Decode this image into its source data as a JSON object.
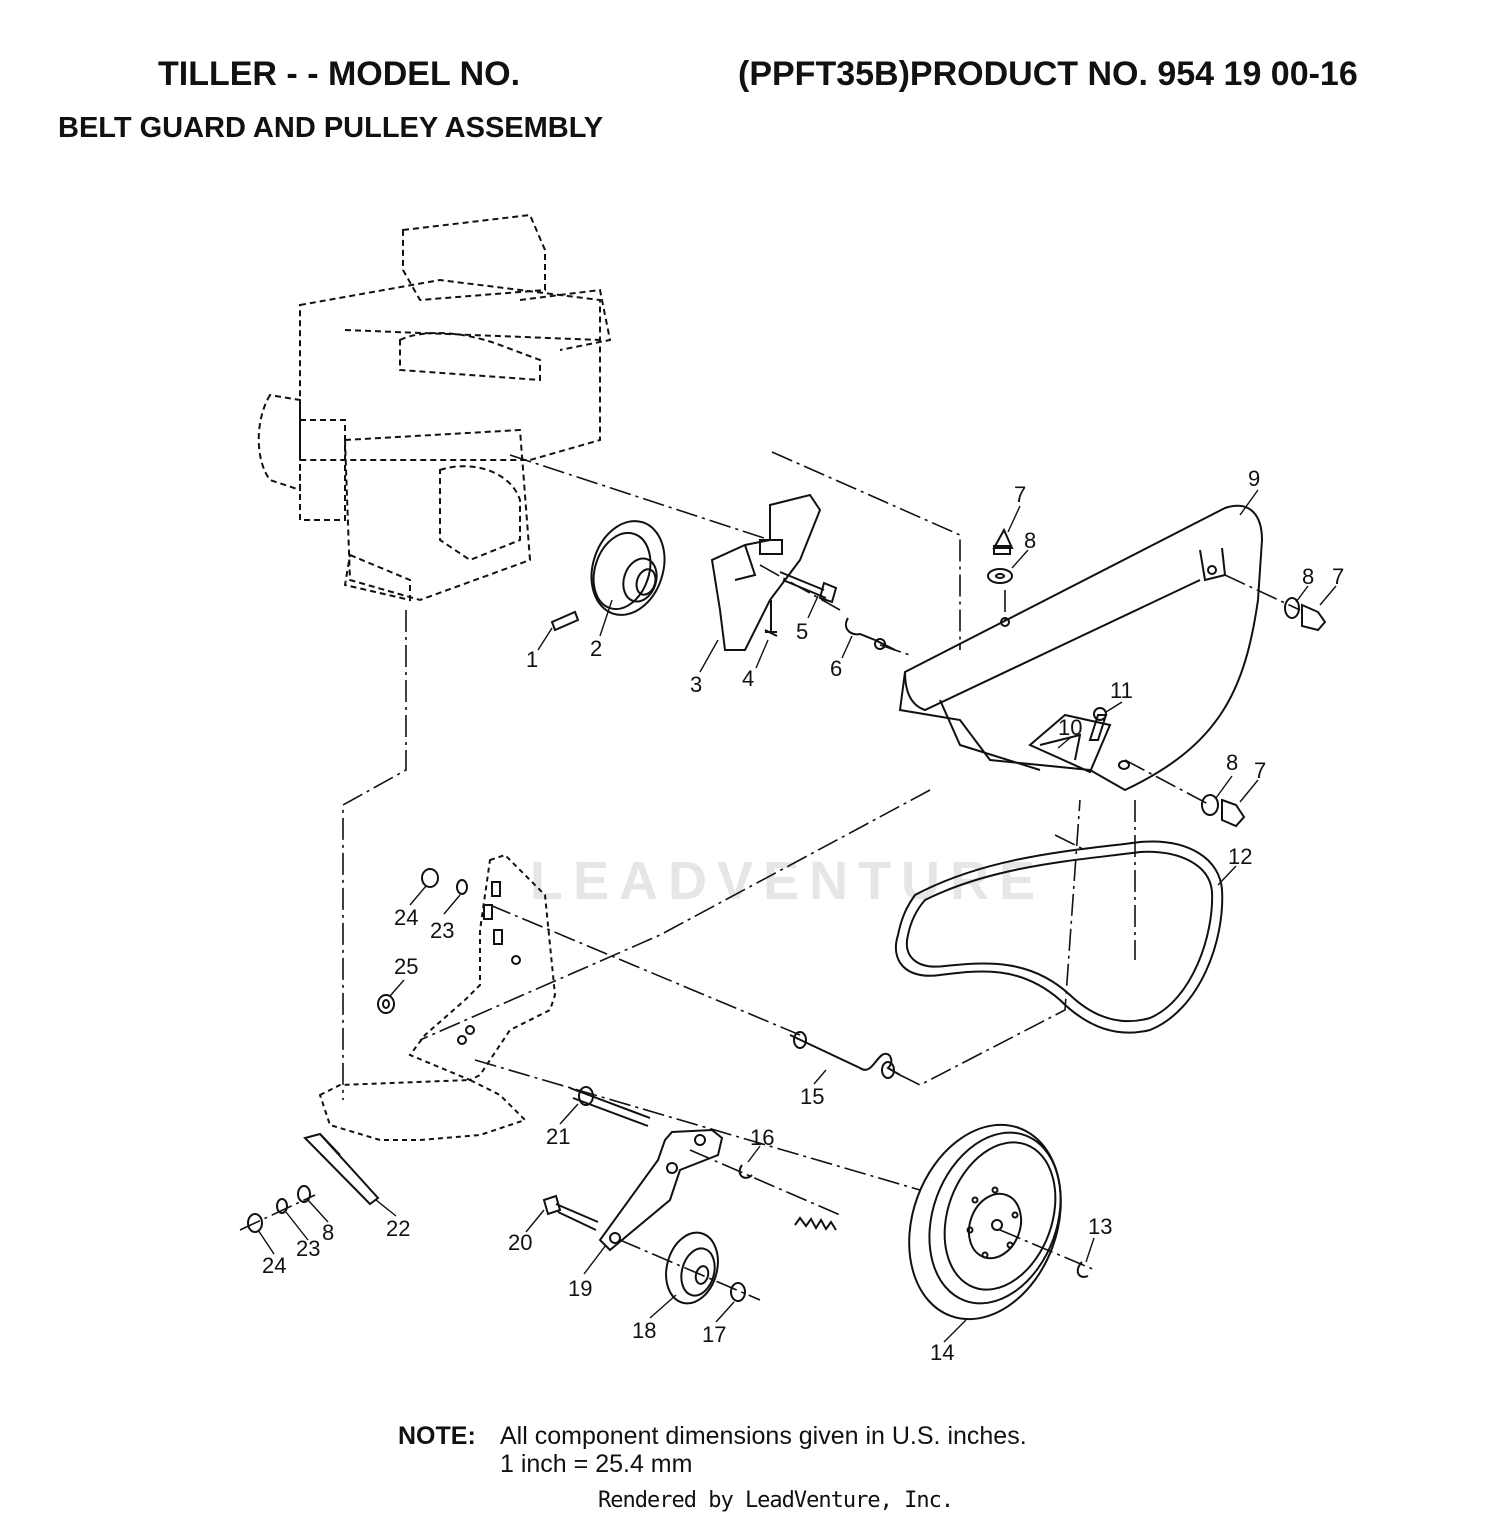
{
  "header": {
    "title_left": "TILLER - - MODEL NO.",
    "title_right": "(PPFT35B)PRODUCT NO. 954 19 00-16",
    "subtitle": "BELT GUARD AND PULLEY ASSEMBLY"
  },
  "watermark": "LEADVENTURE",
  "callouts": [
    "1",
    "2",
    "3",
    "4",
    "5",
    "6",
    "7",
    "8",
    "9",
    "7",
    "8",
    "10",
    "11",
    "8",
    "7",
    "12",
    "24",
    "23",
    "25",
    "15",
    "21",
    "16",
    "13",
    "22",
    "8",
    "23",
    "24",
    "20",
    "19",
    "18",
    "17",
    "14"
  ],
  "note": {
    "label": "NOTE:",
    "line1": "All component dimensions given in U.S. inches.",
    "line2": "1 inch = 25.4 mm"
  },
  "footer": "Rendered by LeadVenture, Inc."
}
